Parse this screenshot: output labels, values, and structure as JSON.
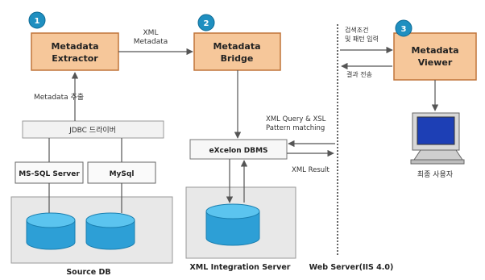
{
  "components": {
    "extractor": {
      "badge": "1",
      "line1": "Metadata",
      "line2": "Extractor"
    },
    "bridge": {
      "badge": "2",
      "line1": "Metadata",
      "line2": "Bridge"
    },
    "viewer": {
      "badge": "3",
      "line1": "Metadata",
      "line2": "Viewer"
    },
    "jdbc": "JDBC 드라이버",
    "mssql": "MS-SQL Server",
    "mysql": "MySql",
    "xdbms": "eXcelon DBMS"
  },
  "labels": {
    "xml_line1": "XML",
    "xml_line2": "Metadata",
    "metadata_extract": "Metadata 추출",
    "query_line1": "XML Query & XSL",
    "query_line2": "Pattern matching",
    "xml_result": "XML Result",
    "search_line1": "검색조건",
    "search_line2": "및 패턴 입력",
    "result_view": "결과 전송",
    "end_user": "최종 사용자"
  },
  "groups": {
    "source_db": "Source DB",
    "integration_server": "XML Integration Server",
    "web_server": "Web Server(IIS 4.0)"
  },
  "colors": {
    "orange_fill": "#f6c79a",
    "orange_border": "#c0753a",
    "badge": "#1f8fc0",
    "group_bg": "#e8e8e8",
    "db_top": "#5bc4ef",
    "db_body": "#2d9fd6"
  }
}
